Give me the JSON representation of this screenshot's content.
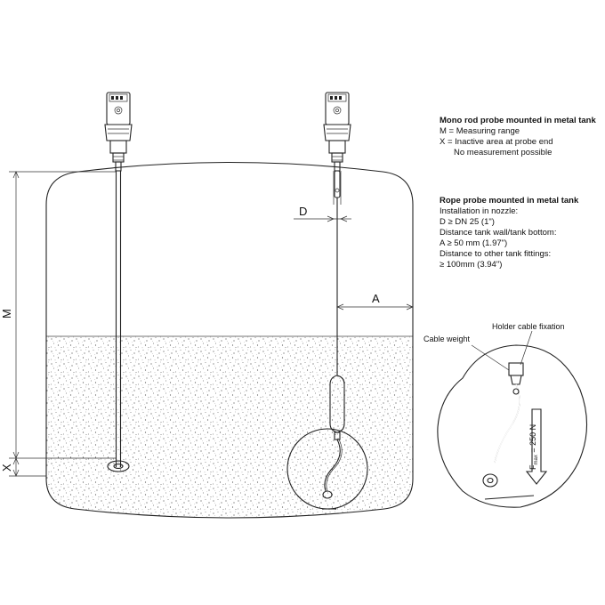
{
  "dimensions": {
    "M": "M",
    "X": "X",
    "D": "D",
    "A": "A"
  },
  "mono_rod_section": {
    "title": "Mono rod probe mounted in metal tank",
    "lines": [
      "M = Measuring range",
      "X = Inactive area at probe end",
      "No measurement possible"
    ]
  },
  "rope_section": {
    "title": "Rope probe mounted in metal tank",
    "lines": [
      "Installation in nozzle:",
      "D ≥ DN 25 (1\")",
      "Distance tank wall/tank bottom:",
      "A ≥ 50 mm (1.97\")",
      "Distance to other tank fittings:",
      "≥ 100mm (3.94\")"
    ]
  },
  "detail": {
    "cable_weight": "Cable weight",
    "holder_cable_fixation": "Holder cable fixation",
    "force_symbol": "F",
    "force_subscript": "max",
    "force_value": " = 250 N"
  },
  "colors": {
    "line": "#222222",
    "liquid_fill": "#e4e4e4",
    "background": "#ffffff"
  }
}
